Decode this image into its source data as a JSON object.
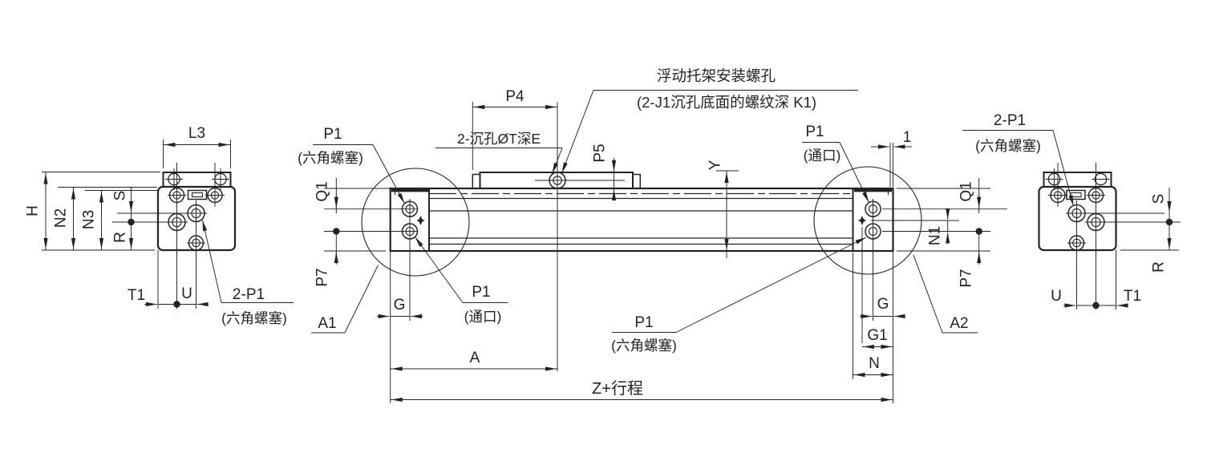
{
  "colors": {
    "background": "#ffffff",
    "line": "#262222",
    "text": "#262222"
  },
  "left_view": {
    "l3": "L3",
    "h": "H",
    "n2": "N2",
    "n3": "N3",
    "s": "S",
    "r": "R",
    "t1": "T1",
    "u": "U",
    "plug": {
      "line1": "2-P1",
      "line2": "(六角螺塞)"
    }
  },
  "main_view": {
    "dims": {
      "p4": "P4",
      "p5": "P5",
      "y": "Y",
      "one": "1",
      "q1_left": "Q1",
      "p7_left": "P7",
      "q1_right": "Q1",
      "n1": "N1",
      "p7_right": "P7",
      "g_left": "G",
      "g_right": "G",
      "g1": "G1",
      "n": "N",
      "a": "A",
      "z_stroke": "Z+行程"
    },
    "callouts": {
      "float_bracket": {
        "line1": "浮动托架安装螺孔",
        "line2": "(2-J1沉孔底面的螺纹深 K1)"
      },
      "counterbore": "2-沉孔ØT深E",
      "plug_top_left": {
        "line1": "P1",
        "line2": "(六角螺塞)"
      },
      "port_bottom_left": {
        "line1": "P1",
        "line2": "(通口)"
      },
      "port_top_right": {
        "line1": "P1",
        "line2": "(通口)"
      },
      "plug_bottom_right": {
        "line1": "P1",
        "line2": "(六角螺塞)"
      },
      "detail_a1": "A1",
      "detail_a2": "A2"
    }
  },
  "right_view": {
    "plug": {
      "line1": "2-P1",
      "line2": "(六角螺塞)"
    },
    "s": "S",
    "r": "R",
    "u": "U",
    "t1": "T1"
  }
}
